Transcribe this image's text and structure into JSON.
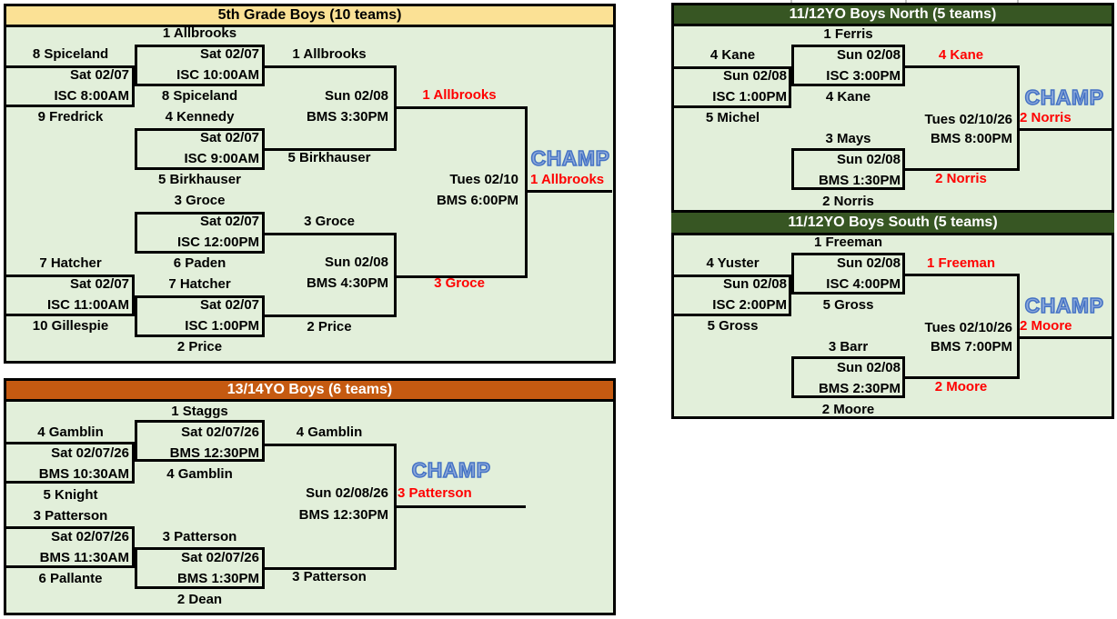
{
  "colors": {
    "bracket_background": "#E2EFDA",
    "grade5_header": "#FBE195",
    "boys1314_header": "#C55A11",
    "green_header": "#375623",
    "winner_text": "#FF0000",
    "champ_fill": "#8EAADB",
    "champ_outline": "#4472C4",
    "line": "#000000"
  },
  "grade5": {
    "title": "5th Grade Boys (10 teams)",
    "play_in": [
      {
        "top": "8 Spiceland",
        "date": "Sat 02/07",
        "venue": "ISC 8:00AM",
        "bottom": "9 Fredrick"
      },
      {
        "top": "7 Hatcher",
        "date": "Sat 02/07",
        "venue": "ISC 11:00AM",
        "bottom": "10 Gillespie"
      }
    ],
    "quarterfinals": [
      {
        "top": "1 Allbrooks",
        "date": "Sat 02/07",
        "venue": "ISC 10:00AM",
        "bottom": "8 Spiceland"
      },
      {
        "top": "4 Kennedy",
        "date": "Sat 02/07",
        "venue": "ISC 9:00AM",
        "bottom": "5 Birkhauser"
      },
      {
        "top": "3 Groce",
        "date": "Sat 02/07",
        "venue": "ISC 12:00PM",
        "bottom": "6 Paden"
      },
      {
        "top": "7 Hatcher",
        "date": "Sat 02/07",
        "venue": "ISC 1:00PM",
        "bottom": "2 Price"
      }
    ],
    "semifinals": [
      {
        "top": "1 Allbrooks",
        "date": "Sun 02/08",
        "venue": "BMS 3:30PM",
        "bottom": "5 Birkhauser",
        "winner": "1 Allbrooks"
      },
      {
        "top": "3 Groce",
        "date": "Sun 02/08",
        "venue": "BMS 4:30PM",
        "bottom": "2 Price",
        "winner": "3 Groce"
      }
    ],
    "final": {
      "date": "Tues 02/10",
      "venue": "BMS 6:00PM",
      "champ_label": "CHAMP",
      "champion": "1 Allbrooks"
    }
  },
  "boys1314": {
    "title": "13/14YO Boys (6 teams)",
    "play_in": [
      {
        "top": "4 Gamblin",
        "date": "Sat 02/07/26",
        "venue": "BMS 10:30AM",
        "bottom": "5 Knight"
      },
      {
        "top": "3 Patterson",
        "date": "Sat 02/07/26",
        "venue": "BMS 11:30AM",
        "bottom": "6 Pallante"
      }
    ],
    "semifinals": [
      {
        "top": "1 Staggs",
        "date": "Sat 02/07/26",
        "venue": "BMS 12:30PM",
        "bottom": "4 Gamblin"
      },
      {
        "top": "3 Patterson",
        "date": "Sat 02/07/26",
        "venue": "BMS 1:30PM",
        "bottom": "2 Dean"
      }
    ],
    "final": {
      "top": "4 Gamblin",
      "date": "Sun 02/08/26",
      "venue": "BMS 12:30PM",
      "bottom": "3 Patterson",
      "champ_label": "CHAMP",
      "champion": "3 Patterson"
    }
  },
  "north": {
    "title": "11/12YO Boys North (5 teams)",
    "play_in": {
      "top": "4 Kane",
      "date": "Sun 02/08",
      "venue": "ISC 1:00PM",
      "bottom": "5 Michel"
    },
    "semifinals": [
      {
        "top": "1 Ferris",
        "date": "Sun 02/08",
        "venue": "ISC 3:00PM",
        "bottom": "4 Kane",
        "winner": "4 Kane"
      },
      {
        "top": "3 Mays",
        "date": "Sun 02/08",
        "venue": "BMS 1:30PM",
        "bottom": "2 Norris",
        "winner": "2 Norris"
      }
    ],
    "final": {
      "date": "Tues 02/10/26",
      "venue": "BMS 8:00PM",
      "champ_label": "CHAMP",
      "champion": "2 Norris"
    }
  },
  "south": {
    "title": "11/12YO Boys South (5 teams)",
    "play_in": {
      "top": "4 Yuster",
      "date": "Sun 02/08",
      "venue": "ISC 2:00PM",
      "bottom": "5 Gross"
    },
    "semifinals": [
      {
        "top": "1 Freeman",
        "date": "Sun 02/08",
        "venue": "ISC 4:00PM",
        "bottom": "5 Gross",
        "winner": "1 Freeman"
      },
      {
        "top": "3 Barr",
        "date": "Sun 02/08",
        "venue": "BMS 2:30PM",
        "bottom": "2 Moore",
        "winner": "2 Moore"
      }
    ],
    "final": {
      "date": "Tues 02/10/26",
      "venue": "BMS 7:00PM",
      "champ_label": "CHAMP",
      "champion": "2 Moore"
    }
  }
}
